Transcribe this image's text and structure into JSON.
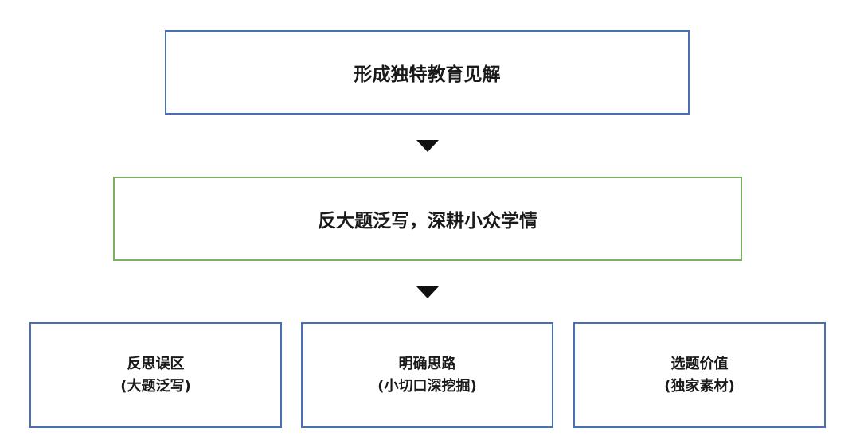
{
  "diagram": {
    "top": {
      "text": "形成独特教育见解"
    },
    "middle": {
      "text": "反大题泛写，深耕小众学情"
    },
    "bottom": [
      {
        "line1": "反思误区",
        "line2": "(大题泛写)"
      },
      {
        "line1": "明确思路",
        "line2": "(小切口深挖掘)"
      },
      {
        "line1": "选题价值",
        "line2": "(独家素材)"
      }
    ]
  },
  "colors": {
    "blue_border": "#4a6fb5",
    "green_border": "#78b15f",
    "arrow": "#111111"
  }
}
